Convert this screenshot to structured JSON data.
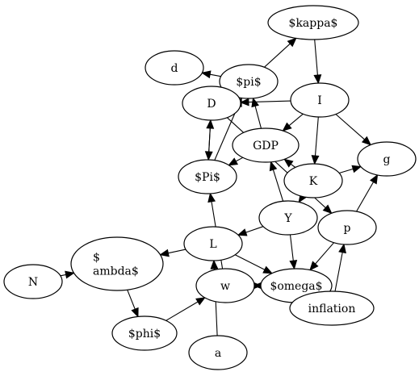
{
  "nodes": [
    {
      "id": "kappa",
      "label": "$kappa$"
    },
    {
      "id": "d",
      "label": "d"
    },
    {
      "id": "pi",
      "label": "$pi$"
    },
    {
      "id": "D",
      "label": "D"
    },
    {
      "id": "I",
      "label": "I"
    },
    {
      "id": "GDP",
      "label": "GDP"
    },
    {
      "id": "g",
      "label": "g"
    },
    {
      "id": "Pi",
      "label": "$Pi$"
    },
    {
      "id": "K",
      "label": "K"
    },
    {
      "id": "Y",
      "label": "Y"
    },
    {
      "id": "p",
      "label": "p"
    },
    {
      "id": "L",
      "label": "L"
    },
    {
      "id": "lambda",
      "label": "$\nambda$"
    },
    {
      "id": "N",
      "label": "N"
    },
    {
      "id": "w",
      "label": "w"
    },
    {
      "id": "omega",
      "label": "$omega$"
    },
    {
      "id": "inflation",
      "label": "inflation"
    },
    {
      "id": "phi",
      "label": "$phi$"
    },
    {
      "id": "a",
      "label": "a"
    }
  ],
  "edges": [
    {
      "from": "pi",
      "to": "kappa"
    },
    {
      "from": "kappa",
      "to": "I"
    },
    {
      "from": "pi",
      "to": "d"
    },
    {
      "from": "I",
      "to": "D"
    },
    {
      "from": "I",
      "to": "GDP"
    },
    {
      "from": "I",
      "to": "g"
    },
    {
      "from": "I",
      "to": "K"
    },
    {
      "from": "D",
      "to": "Pi"
    },
    {
      "from": "Pi",
      "to": "D"
    },
    {
      "from": "Pi",
      "to": "pi"
    },
    {
      "from": "GDP",
      "to": "pi"
    },
    {
      "from": "GDP",
      "to": "Pi"
    },
    {
      "from": "D",
      "to": "p"
    },
    {
      "from": "K",
      "to": "g"
    },
    {
      "from": "K",
      "to": "GDP"
    },
    {
      "from": "K",
      "to": "Y"
    },
    {
      "from": "Y",
      "to": "GDP"
    },
    {
      "from": "Y",
      "to": "L"
    },
    {
      "from": "Y",
      "to": "omega"
    },
    {
      "from": "p",
      "to": "g"
    },
    {
      "from": "p",
      "to": "omega"
    },
    {
      "from": "L",
      "to": "lambda"
    },
    {
      "from": "L",
      "to": "omega"
    },
    {
      "from": "N",
      "to": "lambda"
    },
    {
      "from": "lambda",
      "to": "phi"
    },
    {
      "from": "phi",
      "to": "w"
    },
    {
      "from": "w",
      "to": "omega"
    },
    {
      "from": "omega",
      "to": "w"
    },
    {
      "from": "w",
      "to": "Pi"
    },
    {
      "from": "omega",
      "to": "inflation"
    },
    {
      "from": "inflation",
      "to": "p"
    },
    {
      "from": "a",
      "to": "L"
    }
  ]
}
